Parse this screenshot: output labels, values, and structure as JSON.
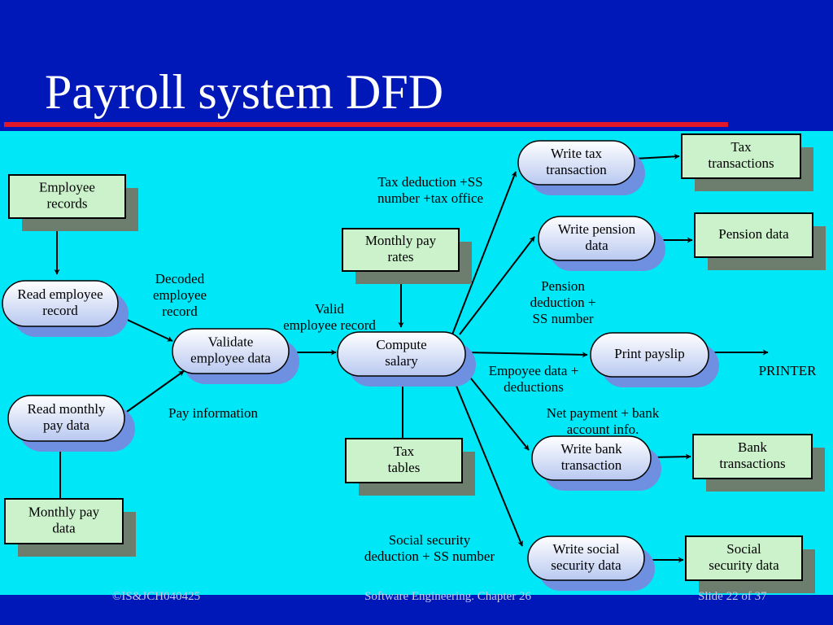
{
  "title": "Payroll system DFD",
  "colors": {
    "page_background": "#0018b8",
    "diagram_background": "#00e8f8",
    "title_rule": "#e0182a",
    "store_fill": "#ccf2cc",
    "process_fill_top": "#ffffff",
    "process_fill_bottom": "#b8c8f0",
    "shadow": "#6e7e6e",
    "process_shadow": "#6f8fe0"
  },
  "nodes": {
    "employee_records": {
      "kind": "store",
      "lines": [
        "Employee",
        "records"
      ]
    },
    "monthly_pay_data": {
      "kind": "store",
      "lines": [
        "Monthly  pay",
        "data"
      ]
    },
    "monthly_pay_rates": {
      "kind": "store",
      "lines": [
        "Monthly pay",
        "rates"
      ]
    },
    "tax_tables": {
      "kind": "store",
      "lines": [
        "Tax",
        "tables"
      ]
    },
    "tax_transactions": {
      "kind": "store",
      "lines": [
        "Tax",
        "transactions"
      ]
    },
    "pension_data": {
      "kind": "store",
      "lines": [
        "Pension data"
      ]
    },
    "bank_transactions": {
      "kind": "store",
      "lines": [
        "Bank",
        "transactions"
      ]
    },
    "social_security_data": {
      "kind": "store",
      "lines": [
        "Social",
        "security data"
      ]
    },
    "read_employee_record": {
      "kind": "process",
      "lines": [
        "Read employee",
        "record"
      ]
    },
    "read_monthly_pay_data": {
      "kind": "process",
      "lines": [
        "Read monthly",
        "pay data"
      ]
    },
    "validate_employee_data": {
      "kind": "process",
      "lines": [
        "Validate",
        "employee data"
      ]
    },
    "compute_salary": {
      "kind": "process",
      "lines": [
        "Compute",
        "salary"
      ]
    },
    "write_tax_transaction": {
      "kind": "process",
      "lines": [
        "Write tax",
        "transaction"
      ]
    },
    "write_pension_data": {
      "kind": "process",
      "lines": [
        "Write pension",
        "data"
      ]
    },
    "print_payslip": {
      "kind": "process",
      "lines": [
        "Print payslip"
      ]
    },
    "write_bank_transaction": {
      "kind": "process",
      "lines": [
        "Write bank",
        "transaction"
      ]
    },
    "write_social_security_data": {
      "kind": "process",
      "lines": [
        "Write social",
        "security data"
      ]
    },
    "printer": {
      "kind": "sink",
      "lines": [
        "PRINTER"
      ]
    }
  },
  "flow_labels": {
    "decoded_employee_record": [
      "Decoded",
      "employee",
      "record"
    ],
    "pay_information": [
      "Pay information"
    ],
    "valid_employee_record": [
      "Valid",
      "employee record"
    ],
    "tax_deduction": [
      "Tax deduction +SS",
      "number +tax office"
    ],
    "pension_deduction": [
      "Pension",
      "deduction +",
      "SS number"
    ],
    "employee_data_deductions": [
      "Empoyee data +",
      "deductions"
    ],
    "net_payment": [
      "Net payment + bank",
      "account info."
    ],
    "social_security_deduction": [
      "Social security",
      "deduction + SS number"
    ]
  },
  "edges": [
    {
      "from": "employee_records",
      "to": "read_employee_record"
    },
    {
      "from": "monthly_pay_data",
      "to": "read_monthly_pay_data"
    },
    {
      "from": "read_employee_record",
      "to": "validate_employee_data",
      "label": "decoded_employee_record"
    },
    {
      "from": "read_monthly_pay_data",
      "to": "validate_employee_data",
      "label": "pay_information"
    },
    {
      "from": "validate_employee_data",
      "to": "compute_salary",
      "label": "valid_employee_record"
    },
    {
      "from": "monthly_pay_rates",
      "to": "compute_salary"
    },
    {
      "from": "tax_tables",
      "to": "compute_salary"
    },
    {
      "from": "compute_salary",
      "to": "write_tax_transaction",
      "label": "tax_deduction"
    },
    {
      "from": "compute_salary",
      "to": "write_pension_data",
      "label": "pension_deduction"
    },
    {
      "from": "compute_salary",
      "to": "print_payslip",
      "label": "employee_data_deductions"
    },
    {
      "from": "compute_salary",
      "to": "write_bank_transaction",
      "label": "net_payment"
    },
    {
      "from": "compute_salary",
      "to": "write_social_security_data",
      "label": "social_security_deduction"
    },
    {
      "from": "write_tax_transaction",
      "to": "tax_transactions"
    },
    {
      "from": "write_pension_data",
      "to": "pension_data"
    },
    {
      "from": "print_payslip",
      "to": "printer"
    },
    {
      "from": "write_bank_transaction",
      "to": "bank_transactions"
    },
    {
      "from": "write_social_security_data",
      "to": "social_security_data"
    }
  ],
  "footer": {
    "left": "©IS&JCH040425",
    "center": "Software Engineering. Chapter 26",
    "right": "Slide 22 of 37"
  }
}
